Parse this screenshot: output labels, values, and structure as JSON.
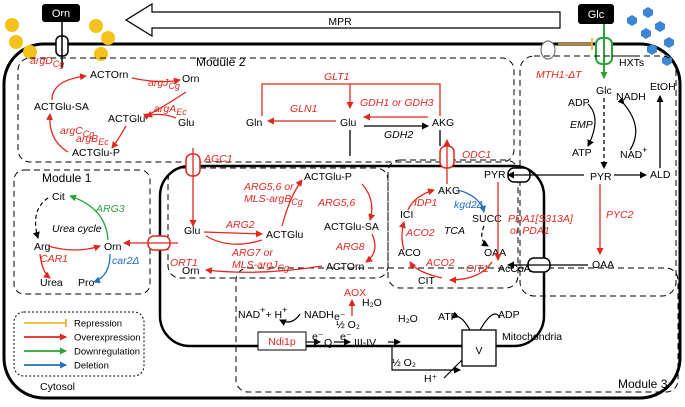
{
  "labels": {
    "orn_top": "Orn",
    "mpr": "MPR",
    "glc_top": "Glc",
    "hxts": "HXTs",
    "mth1": "MTH1-ΔT",
    "module1": "Module 1",
    "module2": "Module 2",
    "module3": "Module 3",
    "cytosol": "Cytosol",
    "mitochondria": "Mitochondria",
    "actorn_m2": "ACTOrn",
    "argD": "argD",
    "argD_sub": "Cg",
    "actglu_sa_m2": "ACTGlu-SA",
    "argJ": "argJ",
    "argJ_sub": "Cg",
    "orn_m2": "Orn",
    "actglu_m2": "ACTGlu",
    "argA": "argA",
    "argA_sub": "Ec",
    "glu_m2": "Glu",
    "argC": "argC",
    "argC_sub": "Cg",
    "argB": "argB",
    "argB_sub": "Ec",
    "actglu_p_m2": "ACTGlu-P",
    "glt1": "GLT1",
    "gln1": "GLN1",
    "gdh1": "GDH1 or GDH3",
    "gln": "Gln",
    "glu_center": "Glu",
    "akg_top": "AKG",
    "gdh2": "GDH2",
    "cit": "Cit",
    "arg3": "ARG3",
    "urea_cycle": "Urea cycle",
    "arg": "Arg",
    "orn_m1": "Orn",
    "car1": "CAR1",
    "urea": "Urea",
    "pro": "Pro",
    "car2": "car2Δ",
    "agc1": "AGC1",
    "glu_mito": "Glu",
    "orn_mito": "Orn",
    "ort1": "ORT1",
    "arg2": "ARG2",
    "actglu_mito": "ACTGlu",
    "arg56_a": "ARG5,6 or",
    "arg56_b": "MLS-argB",
    "arg56_b_sub": "Cg",
    "actglu_p_mito": "ACTGlu-P",
    "arg56_2": "ARG5,6",
    "actglu_sa_mito": "ACTGlu-SA",
    "arg8": "ARG8",
    "actorn_mito": "ACTOrn",
    "arg7_a": "ARG7 or",
    "arg7_b": "MLS-argJ",
    "arg7_b_sub": "Cg",
    "odc1": "ODC1",
    "akg_mito": "AKG",
    "kgd2": "kgd2Δ",
    "idp1": "IDP1",
    "icl": "ICI",
    "tca": "TCA",
    "succ": "SUCC",
    "aco2_a": "ACO2",
    "aco": "ACO",
    "aco2_b": "ACO2",
    "oaa_mito": "OAA",
    "cit1": "CIT1",
    "cit_mito": "CIT",
    "acoa": "AcCoA",
    "pyr_mito": "PYR",
    "pda1_a": "PDA1[S313A]",
    "pda1_b": "or PDA1",
    "pyr_cyto": "PYR",
    "pyc2": "PYC2",
    "oaa_cyto": "OAA",
    "glc_inner": "Glc",
    "adp_top": "ADP",
    "nadh_top": "NADH",
    "etoh": "EtOH",
    "emp": "EMP",
    "atp_glyc": "ATP",
    "nad_glyc": "NAD",
    "nad_glyc_sup": "+",
    "ald": "ALD",
    "aox": "AOX",
    "h2o_aox": "H₂O",
    "nad_etc": "NAD",
    "nad_etc_sup": "+",
    "plus_h": "+ H",
    "plus_h_sup": "+",
    "nadh_etc": "NADH",
    "e_aox": "e⁻",
    "half_o2": "½ O₂",
    "ndi1p": "Ndi1p",
    "e1": "e⁻",
    "q": "Q",
    "e2": "e⁻",
    "iii_iv": "III-IV",
    "h2o_etc": "H₂O",
    "atp_etc": "ATP",
    "adp_etc": "ADP",
    "v": "V",
    "half_o2_b": "½ O₂",
    "h_plus": "H⁺",
    "legend": [
      "Repression",
      "Overexpression",
      "Downregulation",
      "Deletion"
    ]
  },
  "colors": {
    "red": "#e0281f",
    "black": "#000000",
    "green": "#2aa43a",
    "blue": "#1f6fbf",
    "orange": "#f2b230",
    "yellow": "#f5c21b",
    "hexblue": "#3d86d6",
    "transporter_green": "#2aa43a"
  },
  "legend_colors": [
    "#f2b230",
    "#e0281f",
    "#2aa43a",
    "#1f6fbf"
  ]
}
